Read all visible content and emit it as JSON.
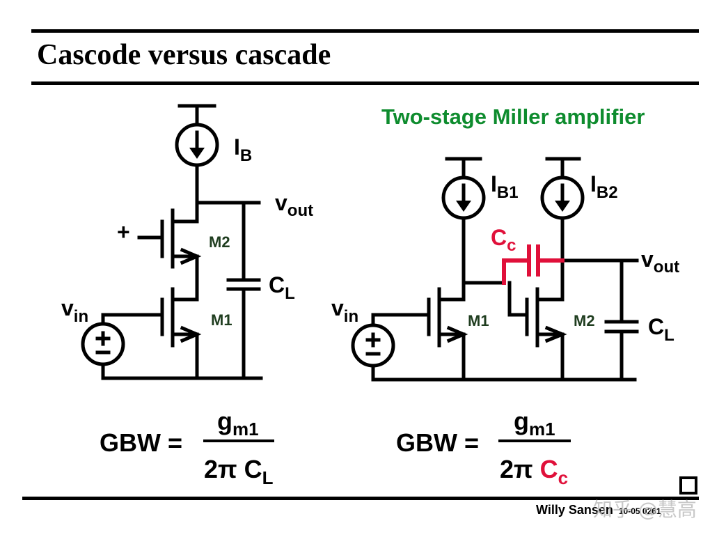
{
  "slide": {
    "title": "Cascode versus cascade",
    "subtitle": "Two-stage Miller amplifier",
    "footer_author": "Willy Sansen",
    "footer_number": "10-05 0261",
    "watermark": "知乎 @慧高"
  },
  "cascode": {
    "bias_label": "I",
    "bias_sub": "B",
    "out_label": "v",
    "out_sub": "out",
    "plus_label": "+",
    "m2_label": "M2",
    "m1_label": "M1",
    "cap_label": "C",
    "cap_sub": "L",
    "in_label": "v",
    "in_sub": "in",
    "eq_lhs": "GBW =",
    "eq_num": "g",
    "eq_num_sub": "m1",
    "eq_den": "2π C",
    "eq_den_sub": "L"
  },
  "miller": {
    "bias1_label": "I",
    "bias1_sub": "B1",
    "bias2_label": "I",
    "bias2_sub": "B2",
    "cc_label": "C",
    "cc_sub": "c",
    "out_label": "v",
    "out_sub": "out",
    "in_label": "v",
    "in_sub": "in",
    "m1_label": "M1",
    "m2_label": "M2",
    "cap_label": "C",
    "cap_sub": "L",
    "eq_lhs": "GBW =",
    "eq_num": "g",
    "eq_num_sub": "m1",
    "eq_den": "2π ",
    "eq_den_red": "C",
    "eq_den_red_sub": "c"
  },
  "colors": {
    "subtitle": "#0e8c2e",
    "compensation": "#e0103a",
    "wires": "#000000"
  },
  "icons": {
    "current_source": "current-source-icon",
    "voltage_source": "voltage-source-icon",
    "nav_box": "square-icon"
  }
}
